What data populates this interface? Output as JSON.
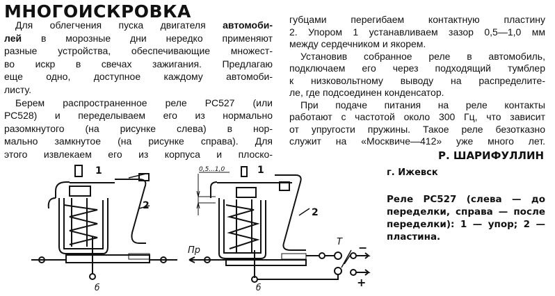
{
  "title": "МНОГОИСКРОВКА",
  "left_column": [
    {
      "text": "Для облегчения пуска двигателя ",
      "bold": "автомоби-"
    },
    {
      "bold": "лей",
      "text": " в морозные дни нередко применяют"
    },
    {
      "text": "разные устройства, обеспечивающие множест-"
    },
    {
      "text": "во искр в свечах зажигания. Предлагаю"
    },
    {
      "text": "еще одно, доступное каждому автомоби-"
    },
    {
      "text": "листу."
    },
    {
      "text": "Берем распространенное реле РС527 (или"
    },
    {
      "text": "РС528) и переделываем его из нормально"
    },
    {
      "text": "разомкнутого (на рисунке слева) в нор-"
    },
    {
      "text": "мально замкнутое (на рисунке справа). Для"
    },
    {
      "text": "этого извлекаем его из корпуса и плоско-"
    }
  ],
  "right_column": [
    "губцами перегибаем контактную пластину",
    "2. Упором 1 устанавливаем зазор 0,5—1,0 мм",
    "между сердечником и якорем.",
    "Установив собранное реле в автомобиль,",
    "подключаем его через подходящий тумблер",
    "к низковольтному выводу на распределите-",
    "ле, где подсоединен конденсатор.",
    "При подаче питания на реле контакты",
    "работают с частотой около 300 Гц, что зависит",
    "от упругости пружины. Такое реле безотказно",
    "служит на «Москвиче—412» уже много лет."
  ],
  "author": "Р. ШАРИФУЛЛИН",
  "city": "г. Ижевск",
  "caption": [
    "Реле РС527 (слева — до",
    "переделки, справа — после",
    "переделки): 1 — упор; 2 —",
    "пластина."
  ],
  "diagram_labels": {
    "stop": "1",
    "plate": "2",
    "gap": "0,5...1,0",
    "distributor": "Пр",
    "toggle": "Т",
    "minus": "−",
    "plus": "+",
    "ground": "б"
  }
}
